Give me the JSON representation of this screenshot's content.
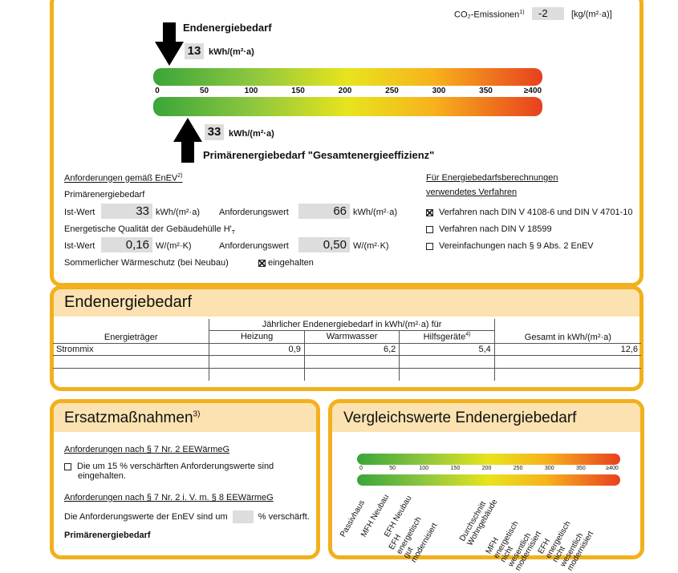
{
  "top": {
    "co2_label": "CO₂-Emissionen",
    "co2_sup": "1)",
    "co2_value": "-2",
    "co2_unit": "[kg/(m²·a)]",
    "end_title": "Endenergiebedarf",
    "end_value": "13",
    "end_unit": "kWh/(m²·a)",
    "scale_ticks": [
      "0",
      "50",
      "100",
      "150",
      "200",
      "250",
      "300",
      "350",
      "≥400"
    ],
    "prim_value": "33",
    "prim_unit": "kWh/(m²·a)",
    "prim_title": "Primärenergiebedarf \"Gesamtenergieeffizienz\"",
    "req_head": "Anforderungen gemäß EnEV",
    "req_head_sup": "2)",
    "prim_label": "Primärenergiebedarf",
    "ist": "Ist-Wert",
    "ist_value_1": "33",
    "unit_1": "kWh/(m²·a)",
    "anf": "Anforderungswert",
    "anf_value_1": "66",
    "unit_1b": "kWh/(m²·a)",
    "qual_label": "Energetische Qualität der Gebäudehülle H'",
    "qual_sub": "T",
    "ist2": "Ist-Wert",
    "ist_value_2": "0,16",
    "unit_2": "W/(m²·K)",
    "anf2": "Anforderungswert",
    "anf_value_2": "0,50",
    "unit_2b": "W/(m²·K)",
    "summer": "Sommerlicher Wärmeschutz (bei Neubau)",
    "summer_check": "eingehalten",
    "method_head_1": "Für Energiebedarfsberechnungen",
    "method_head_2": "verwendetes Verfahren",
    "method_1": "Verfahren nach DIN V 4108-6 und DIN V 4701-10",
    "method_2": "Verfahren nach DIN V 18599",
    "method_3": "Vereinfachungen nach § 9 Abs. 2 EnEV"
  },
  "end_table": {
    "title": "Endenergiebedarf",
    "head_main": "Jährlicher Endenergiebedarf in kWh/(m²·a) für",
    "col_carrier": "Energieträger",
    "col_heat": "Heizung",
    "col_water": "Warmwasser",
    "col_aux": "Hilfsgeräte",
    "col_aux_sup": "4)",
    "col_total": "Gesamt in kWh/(m²·a)",
    "rows": [
      {
        "carrier": "Strommix",
        "heat": "0,9",
        "water": "6,2",
        "aux": "5,4",
        "total": "12,6"
      }
    ]
  },
  "ersatz": {
    "title": "Ersatzmaßnahmen",
    "title_sup": "3)",
    "req1": "Anforderungen nach § 7 Nr. 2 EEWärmeG",
    "item1": "Die um 15 % verschärften Anforderungswerte sind eingehalten.",
    "req2": "Anforderungen nach § 7 Nr. 2 i. V. m. § 8 EEWärmeG",
    "item2a": "Die Anforderungswerte der EnEV sind um",
    "item2b": "% verschärft.",
    "prim": "Primärenergiebedarf"
  },
  "vergleich": {
    "title": "Vergleichswerte Endenergiebedarf",
    "ticks": [
      "0",
      "50",
      "100",
      "150",
      "200",
      "250",
      "300",
      "350",
      "≥400"
    ],
    "labels": [
      "Passivhaus",
      "MFH Neubau",
      "EFH Neubau",
      "EFH energetisch gut modernisiert",
      "Durchschnitt Wohngebäude",
      "MFH energetisch nicht wesentlich modernisiert",
      "EFH energetisch nicht wesentlich modernisiert"
    ]
  }
}
